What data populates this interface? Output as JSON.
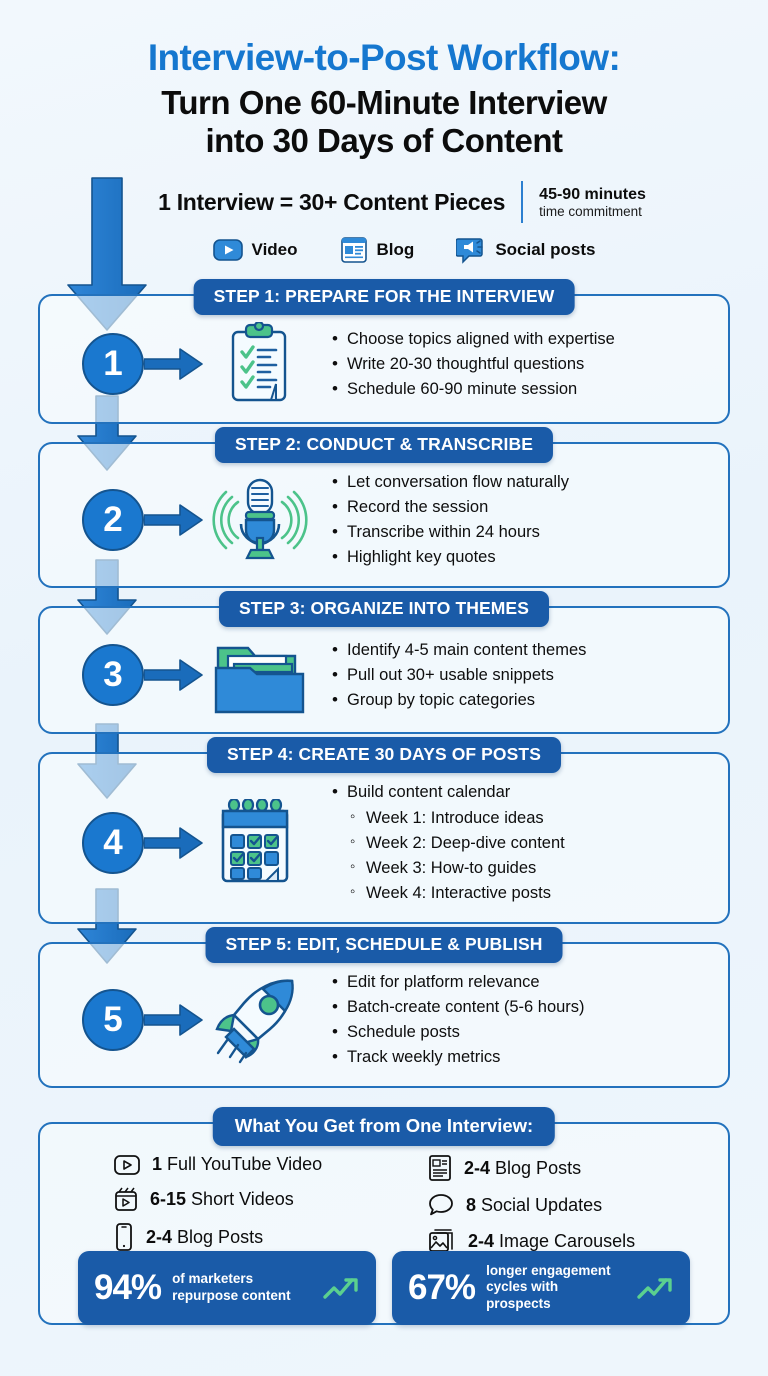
{
  "header": {
    "title_main": "Interview-to-Post Workflow:",
    "title_sub_line1": "Turn One 60-Minute Interview",
    "title_sub_line2": "into 30 Days of Content",
    "stat_equation": "1 Interview = 30+ Content Pieces",
    "time_value": "45-90 minutes",
    "time_label": "time commitment",
    "chips": [
      {
        "icon": "video-play-icon",
        "label": "Video"
      },
      {
        "icon": "blog-article-icon",
        "label": "Blog"
      },
      {
        "icon": "megaphone-social-icon",
        "label": "Social posts"
      }
    ]
  },
  "steps": [
    {
      "number": "1",
      "badge": "STEP 1: PREPARE FOR THE INTERVIEW",
      "icon": "clipboard-checklist-icon",
      "bullets": [
        {
          "text": "Choose topics aligned with expertise",
          "sub": false
        },
        {
          "text": "Write 20-30 thoughtful questions",
          "sub": false
        },
        {
          "text": "Schedule 60-90 minute session",
          "sub": false
        }
      ]
    },
    {
      "number": "2",
      "badge": "STEP 2: CONDUCT & TRANSCRIBE",
      "icon": "microphone-icon",
      "bullets": [
        {
          "text": "Let conversation flow naturally",
          "sub": false
        },
        {
          "text": "Record the session",
          "sub": false
        },
        {
          "text": "Transcribe within 24 hours",
          "sub": false
        },
        {
          "text": "Highlight key quotes",
          "sub": false
        }
      ]
    },
    {
      "number": "3",
      "badge": "STEP 3: ORGANIZE INTO THEMES",
      "icon": "folder-files-icon",
      "bullets": [
        {
          "text": "Identify 4-5 main content themes",
          "sub": false
        },
        {
          "text": "Pull out 30+ usable snippets",
          "sub": false
        },
        {
          "text": "Group by topic categories",
          "sub": false
        }
      ]
    },
    {
      "number": "4",
      "badge": "STEP 4: CREATE 30 DAYS OF POSTS",
      "icon": "calendar-icon",
      "bullets": [
        {
          "text": "Build content calendar",
          "sub": false
        },
        {
          "text": "Week 1: Introduce ideas",
          "sub": true
        },
        {
          "text": "Week 2: Deep-dive content",
          "sub": true
        },
        {
          "text": "Week 3: How-to guides",
          "sub": true
        },
        {
          "text": "Week 4: Interactive posts",
          "sub": true
        }
      ]
    },
    {
      "number": "5",
      "badge": "STEP 5: EDIT, SCHEDULE & PUBLISH",
      "icon": "rocket-icon",
      "bullets": [
        {
          "text": "Edit for platform relevance",
          "sub": false
        },
        {
          "text": "Batch-create content (5-6 hours)",
          "sub": false
        },
        {
          "text": "Schedule posts",
          "sub": false
        },
        {
          "text": "Track weekly metrics",
          "sub": false
        }
      ]
    }
  ],
  "summary": {
    "badge": "What You Get from One Interview:",
    "left_column": [
      {
        "icon": "youtube-video-icon",
        "count": "1",
        "label": "Full YouTube Video"
      },
      {
        "icon": "short-video-icon",
        "count": "6-15",
        "label": "Short Videos"
      },
      {
        "icon": "mobile-phone-icon",
        "count": "2-4",
        "label": "Blog Posts"
      }
    ],
    "right_column": [
      {
        "icon": "blog-article-icon",
        "count": "2-4",
        "label": "Blog Posts"
      },
      {
        "icon": "speech-bubble-icon",
        "count": "8",
        "label": "Social Updates"
      },
      {
        "icon": "image-carousel-icon",
        "count": "2-4",
        "label": "Image Carousels"
      }
    ]
  },
  "stat_cards": [
    {
      "percent": "94%",
      "line1": "of marketers",
      "line2": "repurpose content",
      "icon": "trend-up-icon"
    },
    {
      "percent": "67%",
      "line1": "longer engagement",
      "line2": "cycles with prospects",
      "icon": "trend-up-icon"
    }
  ],
  "colors": {
    "brand_blue": "#1577cf",
    "dark_blue": "#1a5ba8",
    "circle_blue": "#1a78cf",
    "border_blue": "#2372bd",
    "green_accent": "#4cc38a",
    "background": "#eff5fb"
  }
}
